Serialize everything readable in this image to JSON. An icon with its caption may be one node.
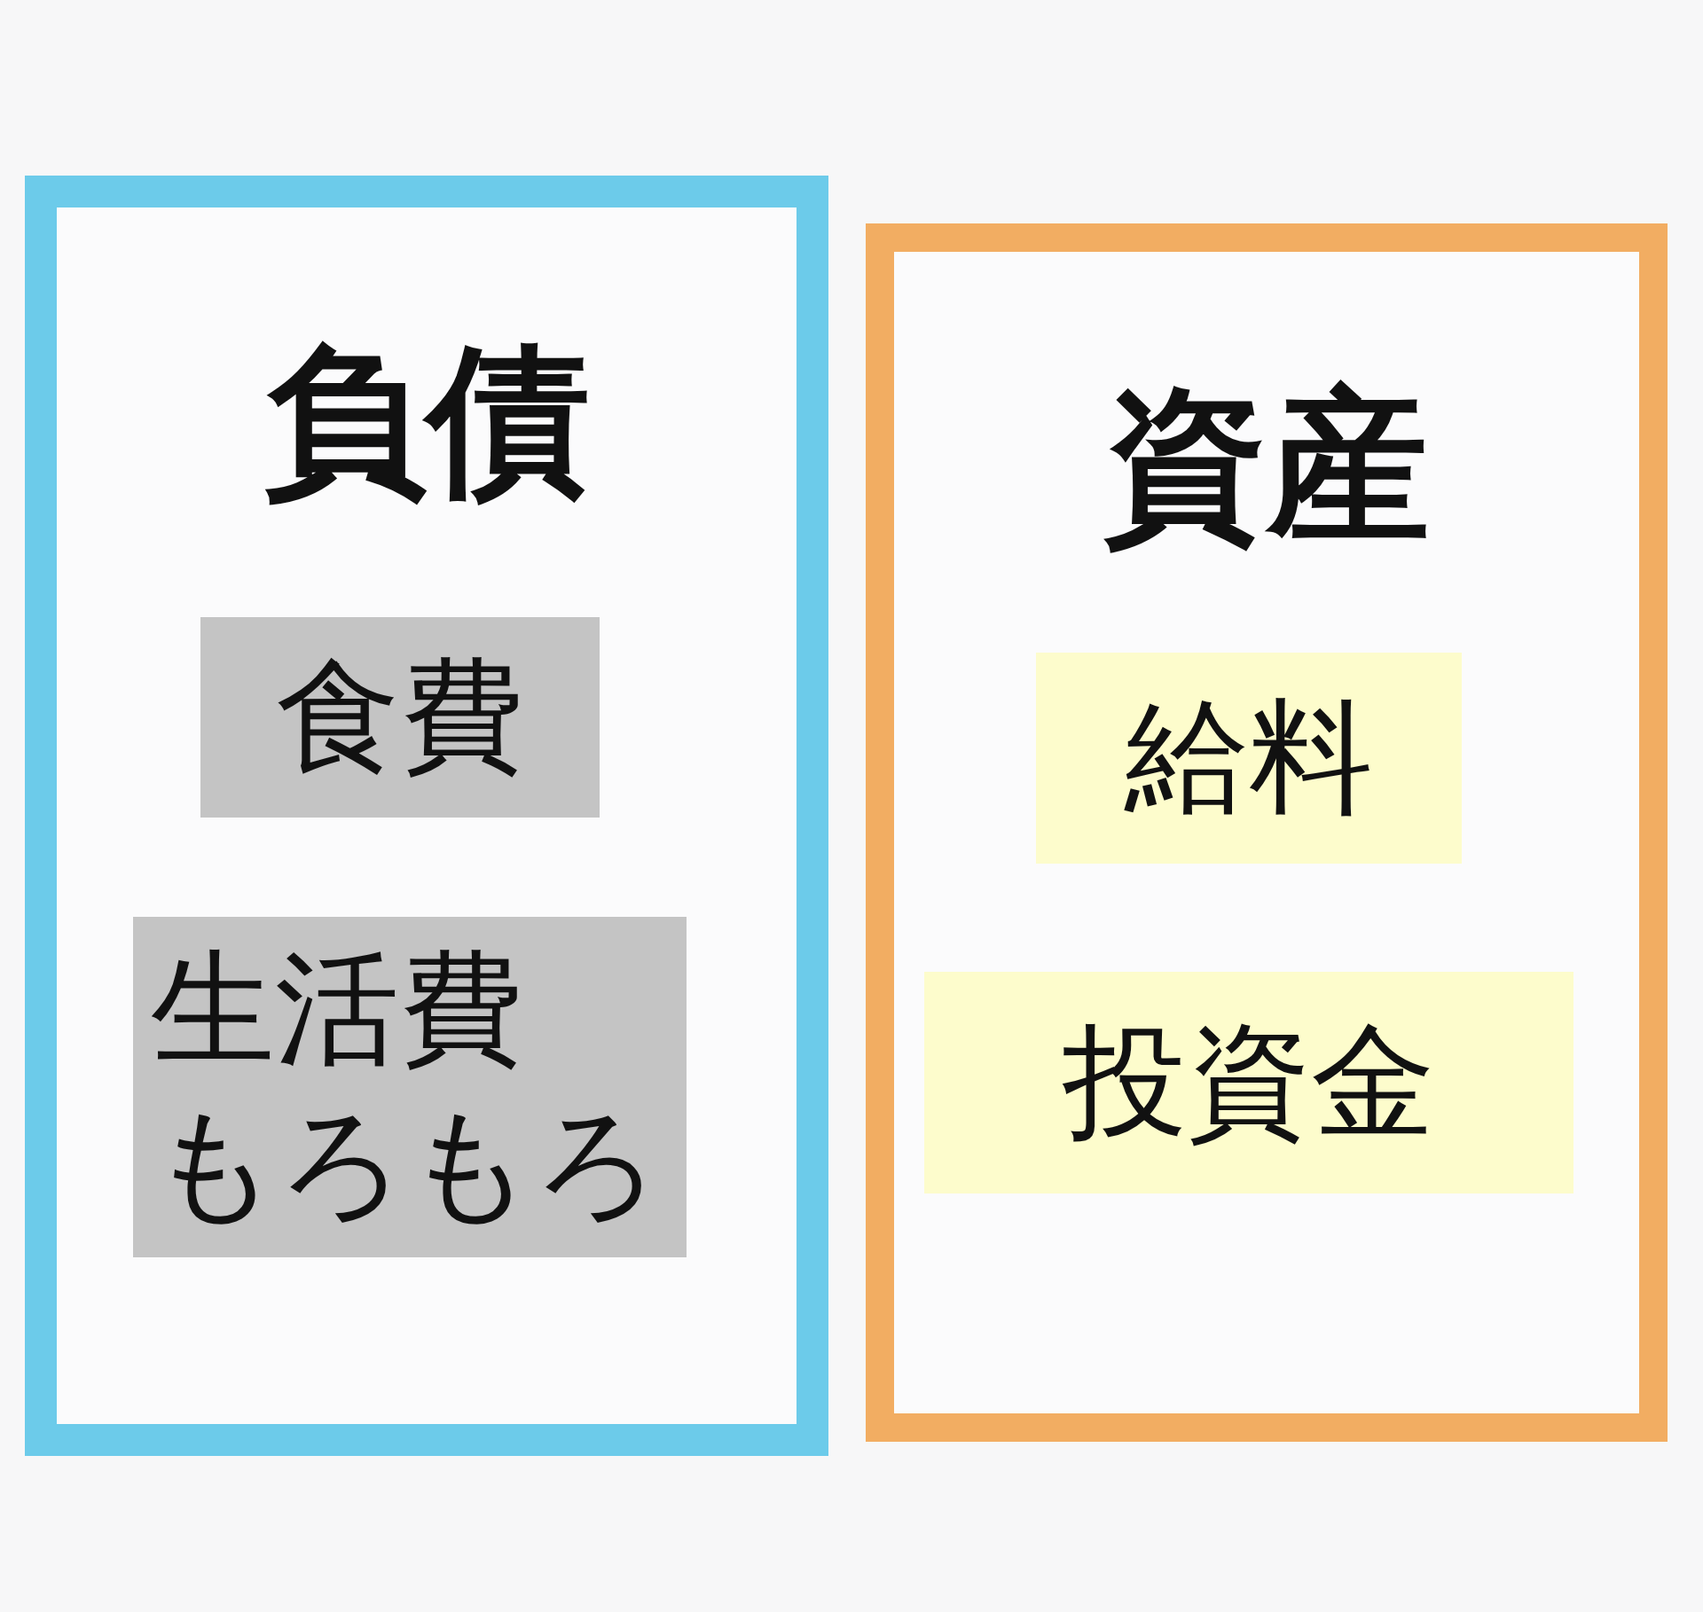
{
  "diagram": {
    "nodes": [
      {
        "text": [
          "負債"
        ]
      },
      {
        "text": [
          "食費"
        ],
        "in": 0
      },
      {
        "text": [
          "生活費",
          "もろもろ"
        ],
        "in": 0
      },
      {
        "text": [
          "資産"
        ]
      },
      {
        "text": [
          "給料"
        ],
        "in": 3
      },
      {
        "text": [
          "投資金"
        ],
        "in": 3
      }
    ]
  }
}
